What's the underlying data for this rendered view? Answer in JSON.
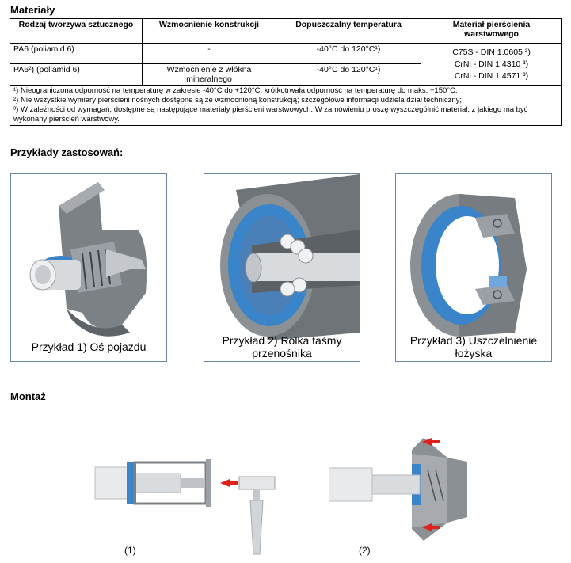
{
  "materials": {
    "heading": "Materiały",
    "headers": [
      "Rodzaj tworzywa sztucznego",
      "Wzmocnienie konstrukcji",
      "Dopuszczalny temperatura",
      "Materiał pierścienia warstwowego"
    ],
    "rows": [
      {
        "type": "PA6 (poliamid 6)",
        "reinforcement": "-",
        "temp": "-40°C do 120°C¹)"
      },
      {
        "type": "PA6²) (poliamid 6)",
        "reinforcement": "Wzmocnienie z włókna mineralnego",
        "temp": "-40°C do 120°C¹)"
      }
    ],
    "ring_materials": [
      "C75S - DIN 1.0605 ³)",
      "CrNi - DIN 1.4310 ³)",
      "CrNi - DIN 1.4571 ³)"
    ],
    "notes": [
      "¹) Nieograniczona odporność na temperaturę w zakresie -40°C do +120°C, krótkotrwała odporność na temperaturę do maks. +150°C.",
      "²) Nie wszystkie wymiary pierścieni nośnych dostępne są ze wzmocnioną konstrukcją; szczegółowe informacji udziela dział techniczny;",
      "³) W zależności od wymagań, dostępne są następujące materiały pierścieni warstwowych. W zamówieniu proszę wyszczególnić materiał, z jakiego ma być wykonany pierścień warstwowy."
    ]
  },
  "examples": {
    "heading": "Przykłady zastosowań:",
    "items": [
      {
        "caption_1": "Przykład 1) Oś pojazdu",
        "caption_2": ""
      },
      {
        "caption_1": "Przykład 2) Rolka taśmy",
        "caption_2": "przenośnika"
      },
      {
        "caption_1": "Przykład 3) Uszczelnienie",
        "caption_2": "łożyska"
      }
    ]
  },
  "mounting": {
    "heading": "Montaż",
    "labels": [
      "(1)",
      "(2)"
    ]
  },
  "colors": {
    "blue": "#3a84c9",
    "frame": "#6b87a6",
    "arrow": "#e0211a",
    "gray": "#8a8f95"
  }
}
